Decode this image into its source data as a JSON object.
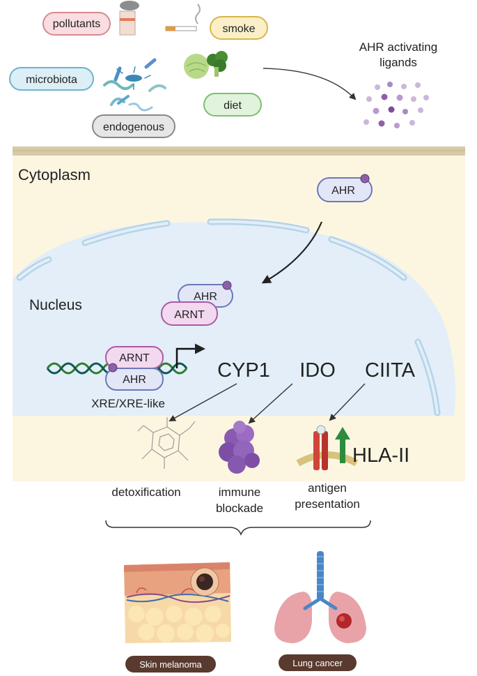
{
  "sources": {
    "pollutants": "pollutants",
    "smoke": "smoke",
    "microbiota": "microbiota",
    "diet": "diet",
    "endogenous": "endogenous"
  },
  "ligands_label_line1": "AHR activating",
  "ligands_label_line2": "ligands",
  "cytoplasm_label": "Cytoplasm",
  "nucleus_label": "Nucleus",
  "ahr_label": "AHR",
  "arnt_label": "ARNT",
  "xre_label": "XRE/XRE-like",
  "genes": {
    "cyp1": "CYP1",
    "ido": "IDO",
    "ciita": "CIITA"
  },
  "hla_label": "HLA-II",
  "outcomes": {
    "detox": "detoxification",
    "immune_line1": "immune",
    "immune_line2": "blockade",
    "antigen_line1": "antigen",
    "antigen_line2": "presentation"
  },
  "diseases": {
    "skin": "Skin melanoma",
    "lung": "Lung cancer"
  },
  "colors": {
    "pollutants_pill": "#f9dde0",
    "smoke_pill": "#fbefc8",
    "microbiota_pill": "#dceef6",
    "diet_pill": "#e1f3dc",
    "endogenous_pill": "#e6e6e6",
    "ahr_pill": "#e3e6f6",
    "arnt_pill": "#f2d9ef",
    "cytoplasm": "#fcf6e1",
    "nucleus": "#e3eef8",
    "membrane": "#d7c9a6",
    "ligand": "#8e60a8"
  }
}
